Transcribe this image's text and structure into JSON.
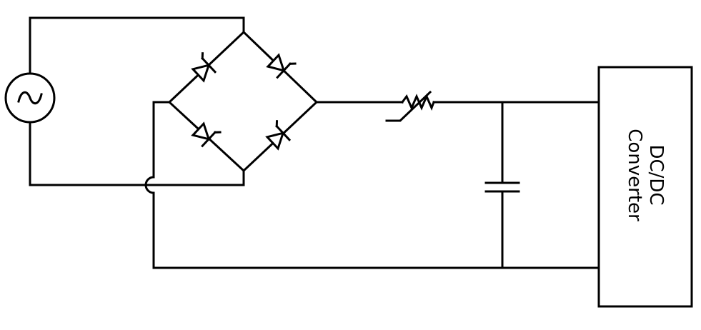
{
  "diagram": {
    "type": "circuit-schematic",
    "components": [
      {
        "id": "ac-source",
        "symbol": "ac-source-icon",
        "glyph": "~"
      },
      {
        "id": "bridge-rectifier",
        "symbol": "diode-bridge",
        "diode_count": 4
      },
      {
        "id": "thermistor",
        "symbol": "thermistor-icon"
      },
      {
        "id": "capacitor",
        "symbol": "capacitor-icon"
      },
      {
        "id": "dc-dc-converter",
        "symbol": "block"
      }
    ],
    "converter_block": {
      "label_line_1": "DC/DC",
      "label_line_2": "Converter"
    },
    "stroke_color": "#000000",
    "background_color": "#ffffff"
  }
}
